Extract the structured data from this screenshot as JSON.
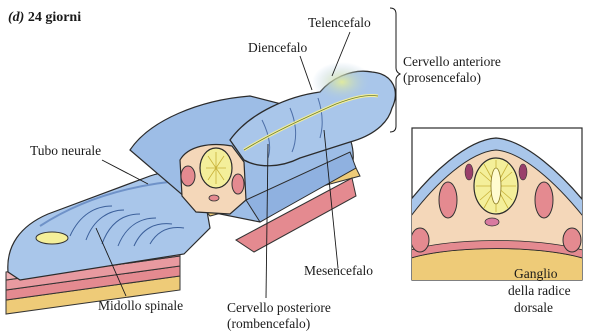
{
  "panel": {
    "letter": "(d)",
    "title": "24 giorni"
  },
  "labels": {
    "telencefalo": "Telencefalo",
    "diencefalo": "Diencefalo",
    "cervello_anteriore": "Cervello anteriore",
    "prosencefalo": "(prosencefalo)",
    "tubo_neurale": "Tubo neurale",
    "mesencefalo": "Mesencefalo",
    "midollo_spinale": "Midollo spinale",
    "cervello_posteriore": "Cervello posteriore",
    "rombencefalo": "(rombencefalo)",
    "ganglio_1": "Ganglio",
    "ganglio_2": "della radice",
    "ganglio_3": "dorsale"
  },
  "colors": {
    "neural_tube": "#a9c6ea",
    "neural_tube_dark": "#7fa3d6",
    "telencephalon_tint": "#d6e6a8",
    "lumen": "#f4ef9a",
    "somite": "#e8a2aa",
    "mesoderm": "#f4d7b9",
    "yolk": "#eecb78",
    "layer_red": "#e48a90"
  }
}
